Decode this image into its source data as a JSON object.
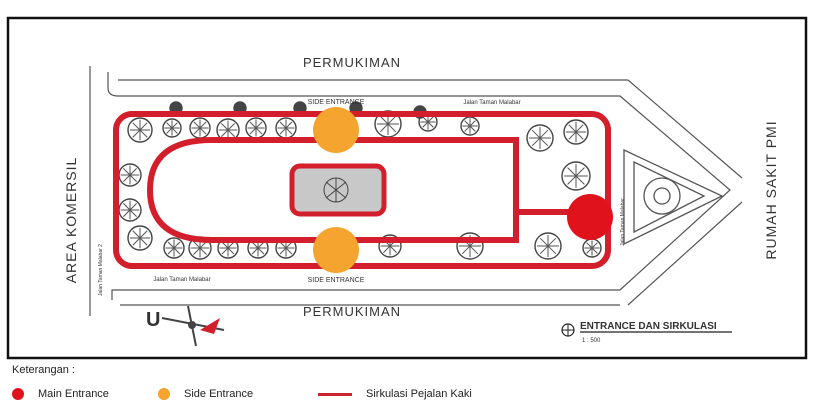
{
  "labels": {
    "top_settlement": "PERMUKIMAN",
    "bottom_settlement": "PERMUKIMAN",
    "left_area": "AREA KOMERSIL",
    "right_area": "RUMAH SAKIT PMI",
    "side_entrance_top": "SIDE ENTRANCE",
    "side_entrance_bottom": "SIDE ENTRANCE",
    "street_top": "Jalan Taman Malabar",
    "street_bottom": "Jalan Taman Malabar",
    "street_left": "Jalan Taman Malabar 2",
    "street_right": "Jalan Taman Malabar",
    "north_letter": "U",
    "map_title": "ENTRANCE DAN SIRKULASI",
    "scale": "1 : 500"
  },
  "legend": {
    "title": "Keterangan :",
    "items": [
      {
        "label": "Main Entrance",
        "color": "#e0131d",
        "symbol": "dot-icon"
      },
      {
        "label": "Side Entrance",
        "color": "#f5a430",
        "symbol": "dot-icon"
      },
      {
        "label": "Sirkulasi Pejalan Kaki",
        "color": "#c8262e",
        "symbol": "line-icon"
      }
    ]
  },
  "colors": {
    "circulation": "#d21f2b",
    "main_entrance": "#e0131d",
    "side_entrance": "#f5a430",
    "tree": "#5a5a5a",
    "pool": "#c8c8c8"
  }
}
